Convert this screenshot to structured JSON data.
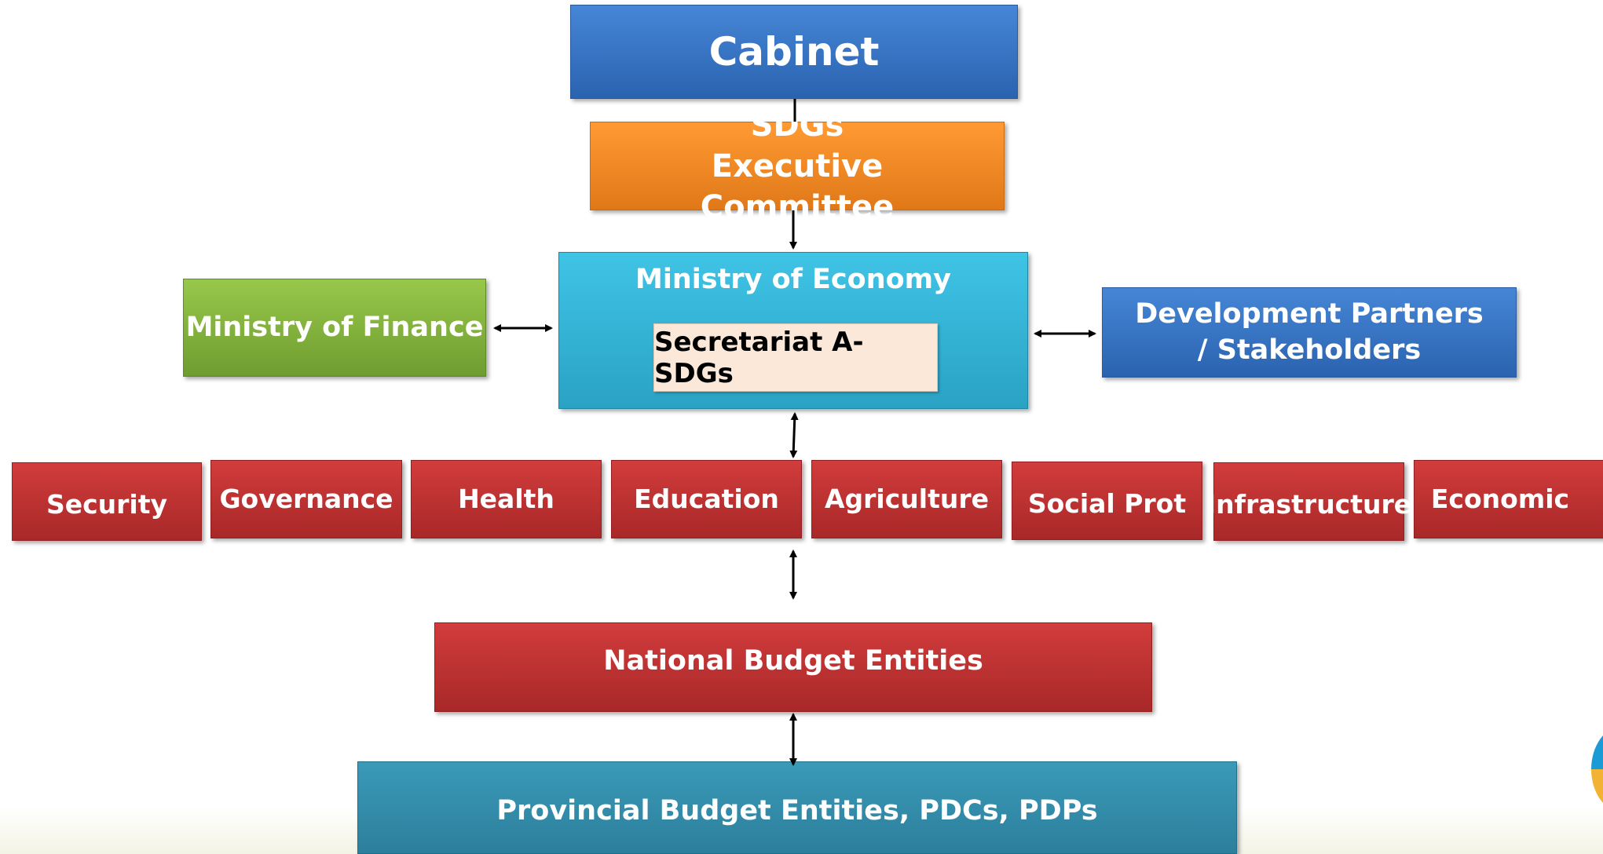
{
  "nodes": {
    "cabinet": "Cabinet",
    "executive_committee": "SDGs Executive Committee",
    "ministry_economy": "Ministry of Economy",
    "secretariat": "Secretariat A-SDGs",
    "ministry_finance": "Ministry of Finance",
    "development_partners": "Development Partners / Stakeholders",
    "national_budget": "National Budget Entities",
    "provincial_budget": "Provincial Budget Entities, PDCs, PDPs"
  },
  "sectors": [
    "Security",
    "Governance",
    "Health",
    "Education",
    "Agriculture",
    "Social Prot",
    "Infrastructure",
    "Economic"
  ],
  "colors": {
    "blue": "#3572c6",
    "orange": "#f58a24",
    "green": "#86b53e",
    "cyan": "#33b5d8",
    "red": "#bf3232",
    "teal": "#3390ad",
    "secretariat_fill": "#fbe8d8"
  }
}
